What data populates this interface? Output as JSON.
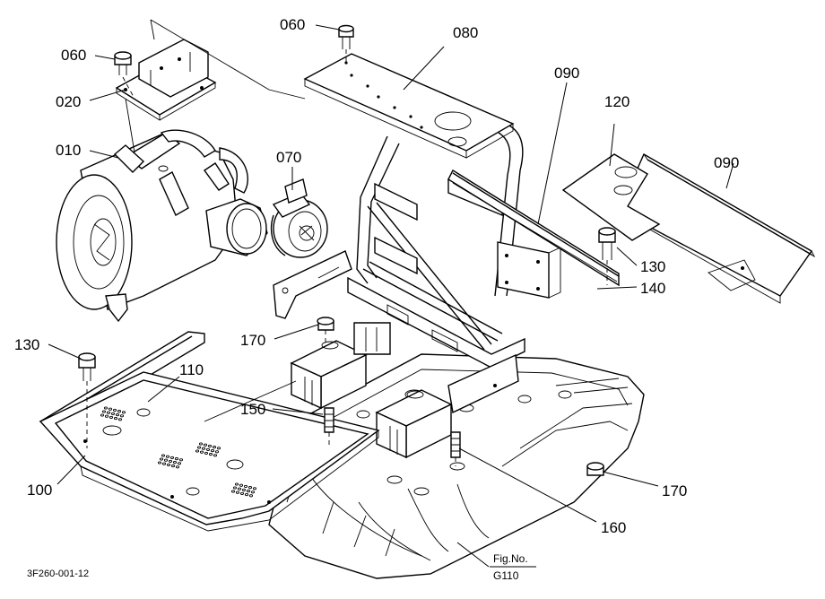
{
  "callouts": {
    "p060a": "060",
    "p060b": "060",
    "p080": "080",
    "p090a": "090",
    "p090b": "090",
    "p120": "120",
    "p020": "020",
    "p010": "010",
    "p070": "070",
    "p130a": "130",
    "p130b": "130",
    "p140": "140",
    "p170a": "170",
    "p170b": "170",
    "p110": "110",
    "p150": "150",
    "p100": "100",
    "p160": "160"
  },
  "figure": {
    "label": "Fig.No.",
    "number": "G110"
  },
  "drawing_code": "3F260-001-12"
}
